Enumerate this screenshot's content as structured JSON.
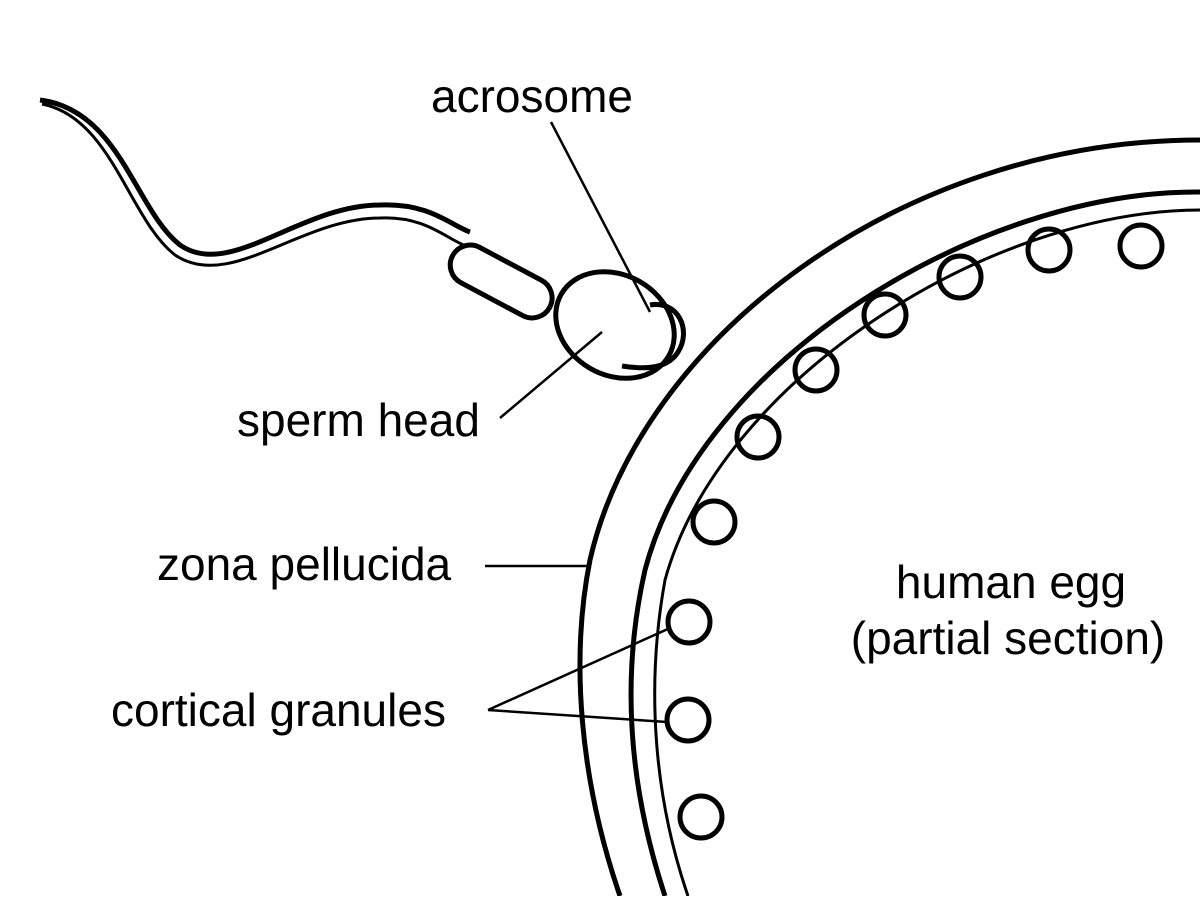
{
  "labels": {
    "acrosome": "acrosome",
    "sperm_head": "sperm head",
    "zona_pellucida": "zona pellucida",
    "cortical_granules": "cortical granules",
    "egg_line1": "human egg",
    "egg_line2": "(partial section)"
  },
  "colors": {
    "stroke": "#000000",
    "background": "#ffffff"
  }
}
